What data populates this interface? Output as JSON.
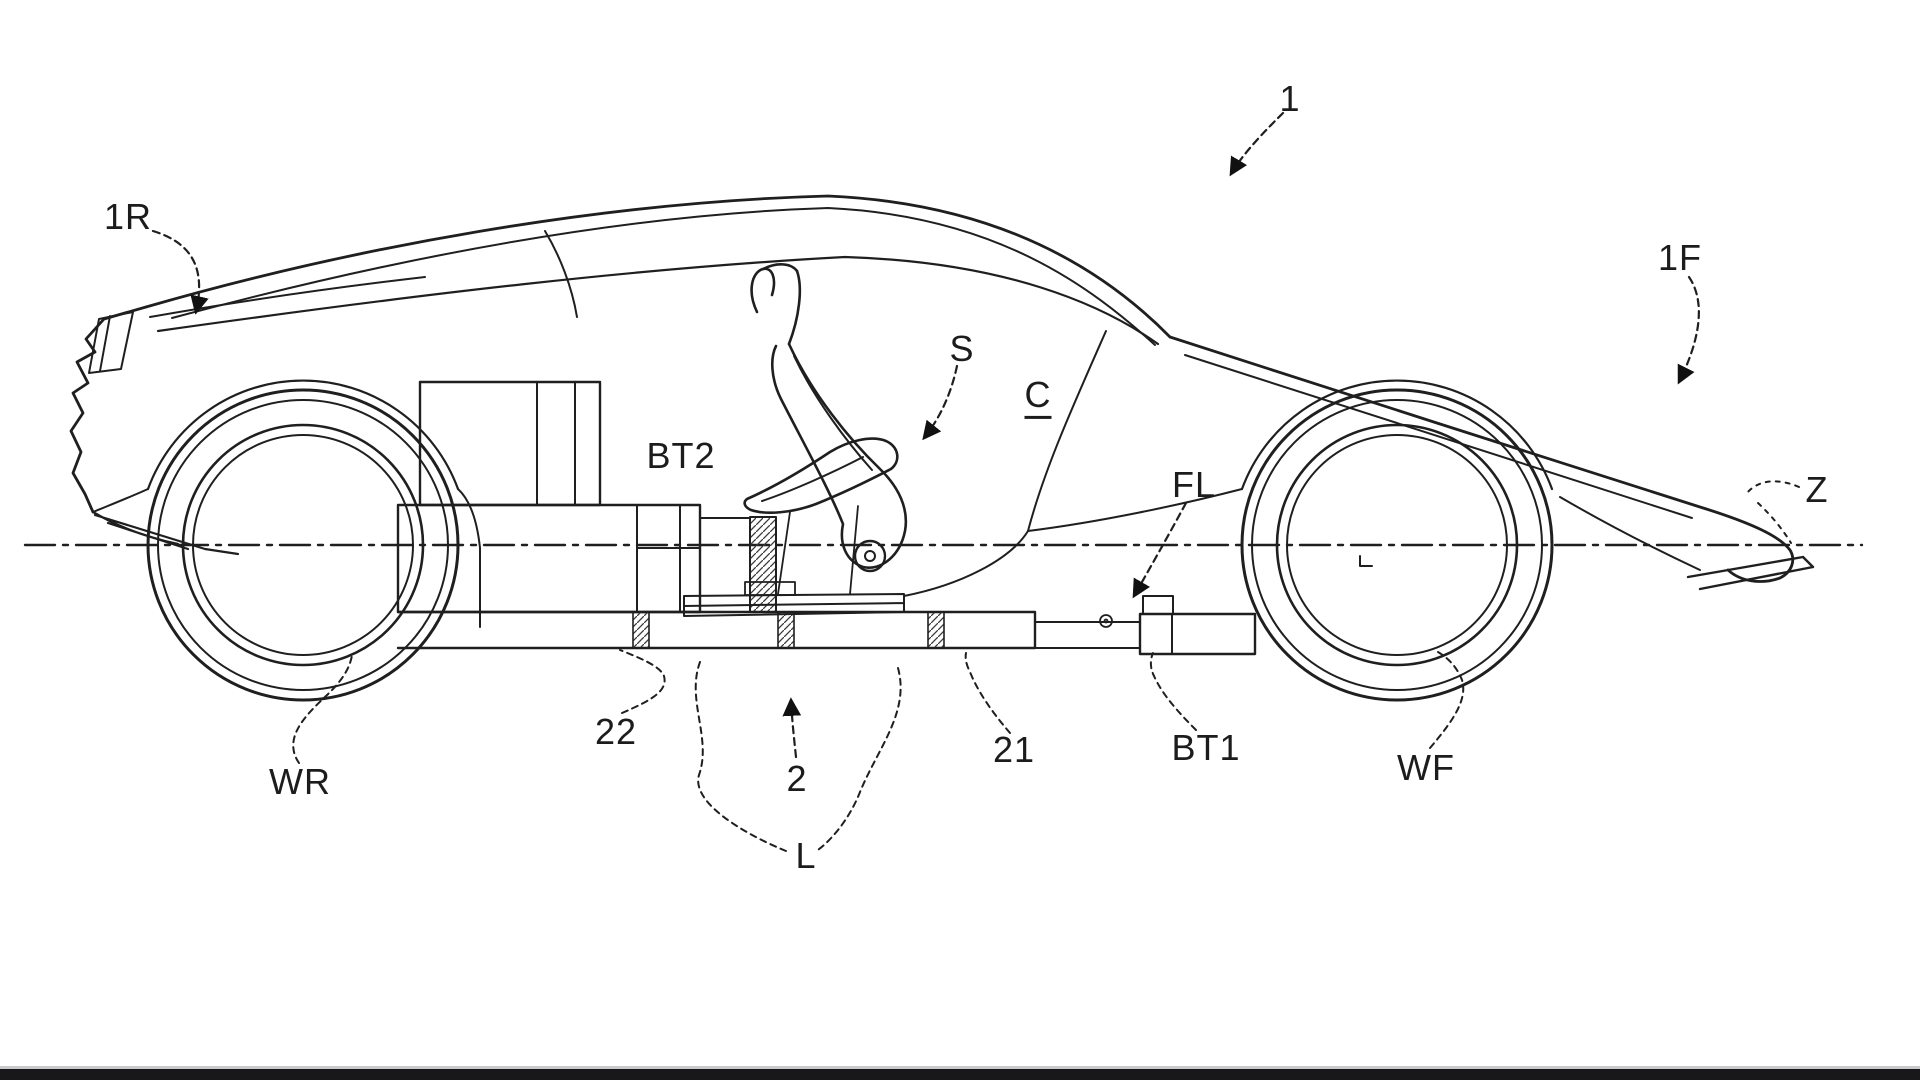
{
  "figure": {
    "type": "patent line drawing",
    "subject": "sports car side profile with seat and underfloor battery layout",
    "labels": [
      {
        "id": "1",
        "text": "1"
      },
      {
        "id": "1R",
        "text": "1R"
      },
      {
        "id": "1F",
        "text": "1F"
      },
      {
        "id": "S",
        "text": "S"
      },
      {
        "id": "C",
        "text": "C",
        "underlined": true
      },
      {
        "id": "BT2",
        "text": "BT2"
      },
      {
        "id": "FL",
        "text": "FL"
      },
      {
        "id": "Z",
        "text": "Z"
      },
      {
        "id": "22",
        "text": "22"
      },
      {
        "id": "WR",
        "text": "WR"
      },
      {
        "id": "2",
        "text": "2"
      },
      {
        "id": "L",
        "text": "L"
      },
      {
        "id": "21",
        "text": "21"
      },
      {
        "id": "BT1",
        "text": "BT1"
      },
      {
        "id": "WF",
        "text": "WF"
      }
    ],
    "colors": {
      "line": "#1f1f1f",
      "background": "#ffffff",
      "bottom_bar": "#18181a"
    }
  }
}
